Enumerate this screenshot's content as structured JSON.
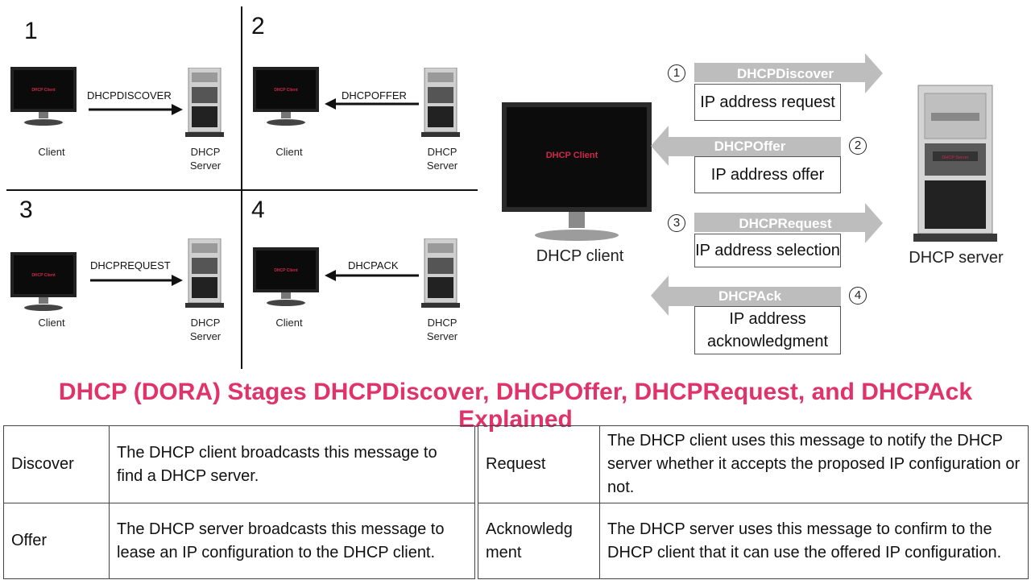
{
  "left_grid": {
    "quadrants": [
      {
        "number": "1",
        "message": "DHCPDISCOVER",
        "client_label": "Client",
        "server_label_1": "DHCP",
        "server_label_2": "Server"
      },
      {
        "number": "2",
        "message": "DHCPOFFER",
        "client_label": "Client",
        "server_label_1": "DHCP",
        "server_label_2": "Server"
      },
      {
        "number": "3",
        "message": "DHCPREQUEST",
        "client_label": "Client",
        "server_label_1": "DHCP",
        "server_label_2": "Server"
      },
      {
        "number": "4",
        "message": "DHCPACK",
        "client_label": "Client",
        "server_label_1": "DHCP",
        "server_label_2": "Server"
      }
    ],
    "screen_text": "DHCP Client"
  },
  "right_diagram": {
    "client_screen_text": "DHCP Client",
    "client_label": "DHCP client",
    "server_label": "DHCP server",
    "server_panel_text": "DHCP Server",
    "steps": [
      {
        "num": "1",
        "arrow": "DHCPDiscover",
        "box_1": "IP address request",
        "box_2": ""
      },
      {
        "num": "2",
        "arrow": "DHCPOffer",
        "box_1": "IP address offer",
        "box_2": ""
      },
      {
        "num": "3",
        "arrow": "DHCPRequest",
        "box_1": "IP address selection",
        "box_2": ""
      },
      {
        "num": "4",
        "arrow": "DHCPAck",
        "box_1": "IP address",
        "box_2": "acknowledgment"
      }
    ]
  },
  "title": "DHCP (DORA) Stages DHCPDiscover, DHCPOffer, DHCPRequest, and DHCPAck Explained",
  "table": {
    "rows": [
      {
        "term": "Discover",
        "desc": "The DHCP client broadcasts this message to find a DHCP server."
      },
      {
        "term": "Offer",
        "desc": "The DHCP server broadcasts this message to lease an IP configuration to the DHCP client."
      },
      {
        "term": "Request",
        "desc": "The DHCP client uses this message to notify the DHCP server whether it accepts the proposed IP configuration or not."
      },
      {
        "term": "Acknowledgment",
        "desc": "The DHCP server uses this message to confirm to the DHCP client that it can use the offered IP configuration."
      }
    ],
    "term_display": {
      "acknowledgment_1": "Acknowledg",
      "acknowledgment_2": "ment"
    }
  },
  "colors": {
    "title": "#e0336a",
    "screen_text": "#d0284a",
    "arrow_fill": "#bdbdbd"
  }
}
